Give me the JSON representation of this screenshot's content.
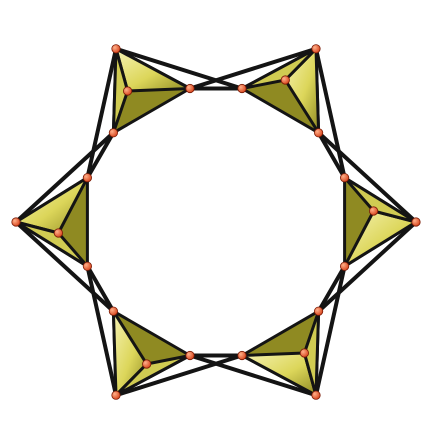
{
  "diagram": {
    "type": "polyhedral-ring-structure",
    "polyhedron_shape": "tetrahedron",
    "unit_count": 6,
    "atoms_per_unit": 4,
    "bridges_per_gap": 2,
    "colors": {
      "background": "#ffffff",
      "face_light": "#f6f3b4",
      "face_mid": "#dcd65a",
      "face_dark": "#8f8a22",
      "edge": "#141414",
      "bond": "#141414",
      "atom": "#d8421a",
      "atom_highlight": "#ffb08a"
    }
  }
}
